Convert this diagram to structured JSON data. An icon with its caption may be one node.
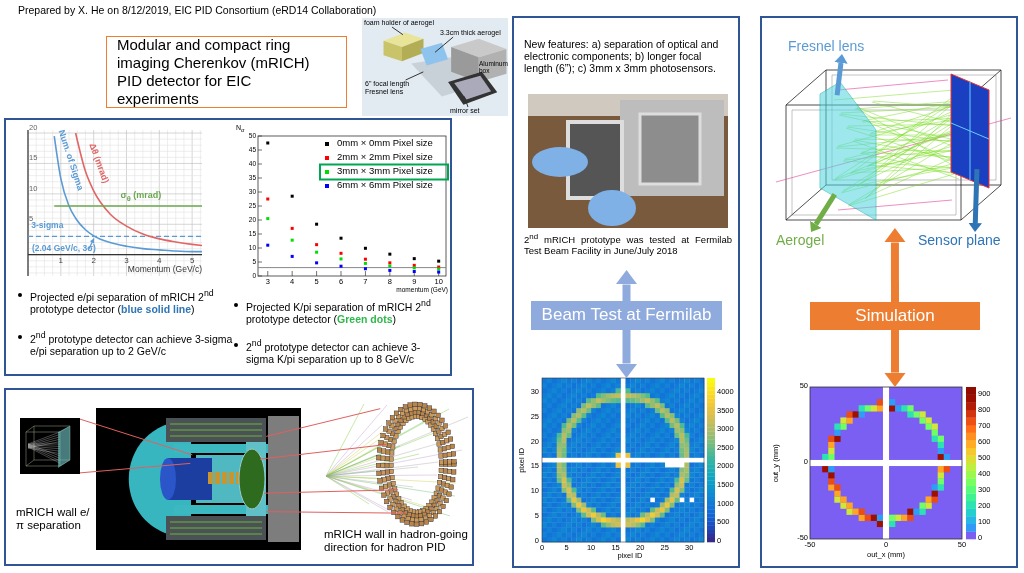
{
  "diagram": {
    "nodes": [
      {
        "text": [
          "Modular and compact ring imaging Cherenkov (mRICH) PID detector for EIC experiments"
        ]
      },
      {
        "text": [],
        "shape": "picture"
      },
      {
        "text": [
          "foam holder of aerogel"
        ],
        "in": 1
      },
      {
        "text": [
          "3.3cm thick aerogel"
        ],
        "in": 1
      },
      {
        "text": [
          "Aluminum box"
        ],
        "in": 1
      },
      {
        "text": [
          "6\" focal length Fresnel lens"
        ],
        "in": 1
      },
      {
        "text": [
          "mirror set"
        ],
        "in": 1
      },
      {
        "text": [],
        "shape": "box"
      },
      {
        "text": [],
        "shape": "box"
      },
      {
        "text": [],
        "shape": "picture",
        "in": 8
      },
      {
        "text": [],
        "shape": "picture",
        "in": 8
      },
      {
        "text": [],
        "shape": "picture",
        "in": 8,
        "beside": [
          "mRICH wall in hadron-going direction for hadron PID"
        ]
      },
      {
        "text": [],
        "shape": "box"
      },
      {
        "text": [],
        "shape": "picture",
        "in": 12,
        "beside": [
          "New features: a) separation of optical and electronic components; b) longer focal length (6”); c) 3mm x 3mm photosensors.",
          "2$^{nd}$ mRICH prototype was tested at Fermilab Test Beam Facility in June/July 2018"
        ]
      },
      {
        "text": [
          "Beam Test at Fermilab"
        ],
        "in": 12
      },
      {
        "text": [],
        "shape": "picture",
        "in": 12
      },
      {
        "text": [],
        "shape": "box"
      },
      {
        "text": [],
        "shape": "picture",
        "in": 16
      },
      {
        "text": [
          "Fresnel lens"
        ],
        "in": 16
      },
      {
        "text": [
          "Aerogel"
        ],
        "in": 16
      },
      {
        "text": [
          "Sensor plane"
        ],
        "in": 16
      },
      {
        "text": [
          "Simulation"
        ],
        "in": 16
      },
      {
        "text": [],
        "shape": "picture",
        "in": 16
      }
    ],
    "edges": [
      {
        "from": 2,
        "to": null,
        "arrow": "none",
        "color": "#333333"
      },
      {
        "from": 3,
        "to": null,
        "arrow": "none",
        "color": "#333333"
      },
      {
        "from": 5,
        "to": null,
        "arrow": "none",
        "color": "#333333"
      },
      {
        "from": 6,
        "to": null,
        "arrow": "none",
        "color": "#333333"
      },
      {
        "from": 9,
        "to": 10,
        "arrow": "none"
      },
      {
        "from": 9,
        "to": 10,
        "arrow": "none"
      },
      {
        "from": 10,
        "to": 11,
        "arrow": "none"
      },
      {
        "from": 10,
        "to": 11,
        "arrow": "none"
      },
      {
        "from": 10,
        "to": 11,
        "arrow": "none"
      },
      {
        "from": 10,
        "to": 11,
        "arrow": "none"
      },
      {
        "from": 14,
        "to": 13,
        "arrow": "to",
        "style": "thick",
        "color": "#8faadc"
      },
      {
        "from": 14,
        "to": 15,
        "arrow": "to",
        "style": "thick",
        "color": "#8faadc"
      },
      {
        "from": 17,
        "to": 18,
        "arrow": "to",
        "style": "thick",
        "color": "#5b9bd5"
      },
      {
        "from": 17,
        "to": 19,
        "arrow": "to",
        "style": "thick",
        "color": "#70ad47"
      },
      {
        "from": 17,
        "to": 20,
        "arrow": "to",
        "style": "thick",
        "color": "#2e75b6"
      },
      {
        "from": 21,
        "to": 17,
        "arrow": "to",
        "style": "thick",
        "color": "#ed7d31"
      },
      {
        "from": 21,
        "to": 22,
        "arrow": "to",
        "style": "thick",
        "color": "#ed7d31"
      }
    ],
    "labels": [
      "Prepared by X. He on 8/12/2019, EIC PID Consortium (eRD14 Collaboration)",
      "Projected e/pi separation of mRICH 2$^{nd}$ prototype detector (**blue solid line**)",
      "2$^{nd}$ prototype detector can achieve 3-sigma e/pi separation up to 2 GeV/c",
      "Projected K/pi separation of mRICH 2$^{nd}$ prototype detector (**Green dots**)",
      "2$^{nd}$ prototype detector can achieve 3-sigma K/pi separation up to 8 GeV/c",
      "0",
      "5",
      "10",
      "15",
      "20",
      "25",
      "30",
      "0",
      "5",
      "10",
      "15",
      "20",
      "25",
      "30",
      "pixel ID",
      "pixel ID",
      "0",
      "500",
      "1000",
      "1500",
      "2000",
      "2500",
      "3000",
      "3500",
      "4000",
      "50",
      "0",
      "-50",
      "-50",
      "0",
      "50",
      "out_y (mm)",
      "out_x (mm)",
      "0",
      "100",
      "200",
      "300",
      "400",
      "500",
      "600",
      "700",
      "800",
      "900",
      "mRICH wall e/π separation"
    ],
    "chart_data": [
      {
        "type": "line",
        "xlabel": "Momentum (GeV/c)",
        "x": [
          0.8,
          1,
          1.25,
          1.45,
          1.75,
          2,
          2.5,
          3,
          3.5,
          4,
          4.5,
          5,
          5.3
        ],
        "series": [
          {
            "name": "Num. of Sigma",
            "color": "#5b9bd5",
            "values": [
              19.5,
              12.5,
              8,
              6,
              4.1,
              3.1,
              2,
              1.4,
              1,
              0.8,
              0.6,
              0.5,
              0.5
            ]
          },
          {
            "name": "Δθ (mrad)",
            "color": "#e06666",
            "values": [
              null,
              null,
              null,
              20,
              13.7,
              10.5,
              6.7,
              4.7,
              3.4,
              2.6,
              2.1,
              1.7,
              1.5
            ]
          },
          {
            "name": "σ$_{θ}$ (mrad)",
            "color": "#6aa84f",
            "values": [
              8,
              8,
              8,
              8,
              8,
              8,
              8,
              8,
              8,
              8,
              8,
              8,
              8
            ]
          }
        ],
        "xlim": [
          0,
          5.3
        ],
        "ylim": [
          -3.5,
          20.5
        ],
        "xticks": [
          1,
          2,
          3,
          4,
          5
        ],
        "yticks": [
          5,
          10,
          15,
          20
        ],
        "grid": true,
        "ref_lines": [
          {
            "axis": "y",
            "value": 3,
            "label": "3-sigma",
            "color": "#5b9bd5"
          }
        ],
        "annotations": [
          "(2.04 GeV/c, 3σ)"
        ]
      },
      {
        "type": "scatter",
        "xlabel": "momentum (GeV)",
        "ylabel": "N$_{σ}$",
        "x": [
          3,
          4,
          5,
          6,
          7,
          8,
          9,
          10
        ],
        "series": [
          {
            "name": "0mm × 0mm Pixel size",
            "color": "#000000",
            "values": [
              47.5,
              28.5,
              18.5,
              13.5,
              9.9,
              7.8,
              6.2,
              5.3
            ]
          },
          {
            "name": "2mm × 2mm Pixel size",
            "color": "#ff0000",
            "values": [
              27.5,
              17,
              11.2,
              8.1,
              6,
              4.7,
              3.8,
              3.2
            ]
          },
          {
            "name": "3mm × 3mm Pixel size",
            "color": "#00dd00",
            "values": [
              20.5,
              12.8,
              8.5,
              6.1,
              4.5,
              3.6,
              2.9,
              2.5
            ]
          },
          {
            "name": "6mm × 6mm Pixel size",
            "color": "#0000ff",
            "values": [
              11,
              7,
              4.7,
              3.5,
              2.6,
              2,
              1.6,
              1.4
            ]
          }
        ],
        "xlim": [
          2.6,
          10.3
        ],
        "ylim": [
          0,
          50
        ],
        "xticks": [
          3,
          4,
          5,
          6,
          7,
          8,
          9,
          10
        ],
        "yticks": [
          0,
          5,
          10,
          15,
          20,
          25,
          30,
          35,
          40,
          45,
          50
        ],
        "legend": "upper right",
        "ref_lines": [
          {
            "axis": "y",
            "value": 3
          }
        ]
      }
    ]
  }
}
